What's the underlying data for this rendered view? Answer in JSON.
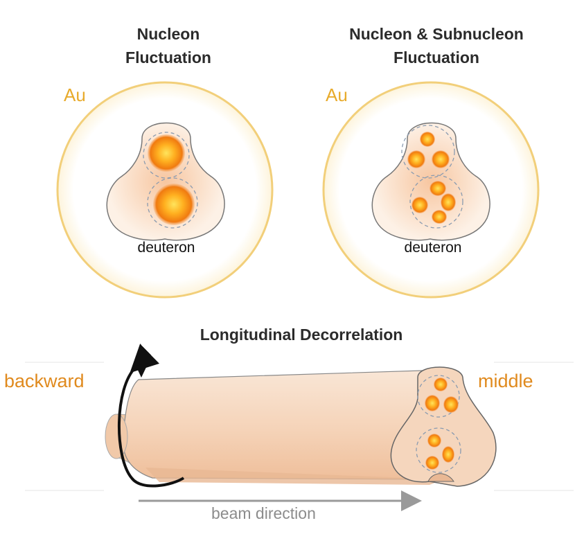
{
  "panels": [
    {
      "title_line1": "Nucleon",
      "title_line2": "Fluctuation",
      "nucleus_label": "Au",
      "projectile_label": "deuteron"
    },
    {
      "title_line1": "Nucleon & Subnucleon",
      "title_line2": "Fluctuation",
      "nucleus_label": "Au",
      "projectile_label": "deuteron"
    }
  ],
  "bottom": {
    "title": "Longitudinal Decorrelation",
    "left_label": "backward",
    "right_label": "middle",
    "axis_label": "beam direction"
  },
  "colors": {
    "au_ring": "#f2cf7a",
    "au_text": "#e8ab2c",
    "side_text": "#e08a1e",
    "hotspot": "#f08a10",
    "tube": "#f3d5bd",
    "axis": "#9a9a9a"
  }
}
